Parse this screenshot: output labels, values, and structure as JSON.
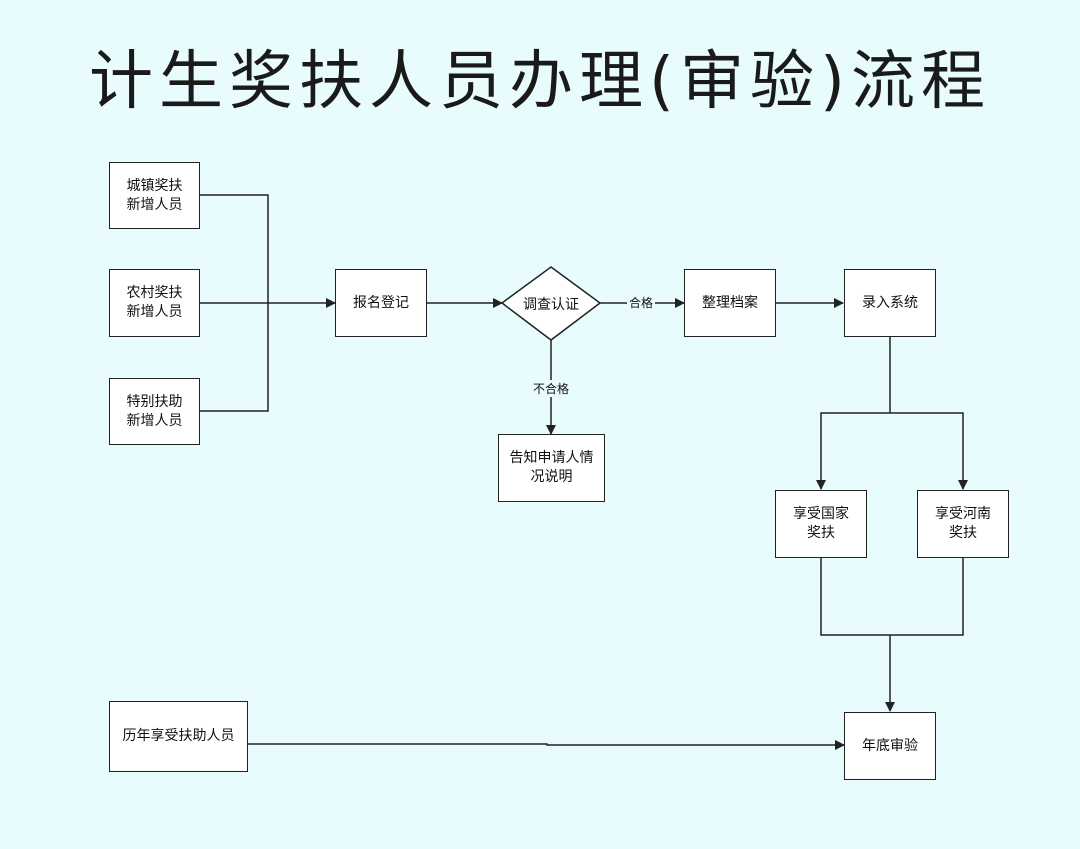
{
  "title": "计生奖扶人员办理(审验)流程",
  "nodes": {
    "urban_new": "城镇奖扶\n新增人员",
    "rural_new": "农村奖扶\n新增人员",
    "special_new": "特别扶助\n新增人员",
    "registration": "报名登记",
    "investigation": "调查认证",
    "notify_applicant": "告知申请人情\n况说明",
    "archive": "整理档案",
    "enter_system": "录入系统",
    "national_reward": "享受国家\n奖扶",
    "henan_reward": "享受河南\n奖扶",
    "historical_recipients": "历年享受扶助人员",
    "annual_review": "年底审验"
  },
  "edge_labels": {
    "qualified": "合格",
    "unqualified": "不合格"
  },
  "colors": {
    "background": "#e8fbfd",
    "stroke": "#222222",
    "box_fill": "#ffffff"
  }
}
